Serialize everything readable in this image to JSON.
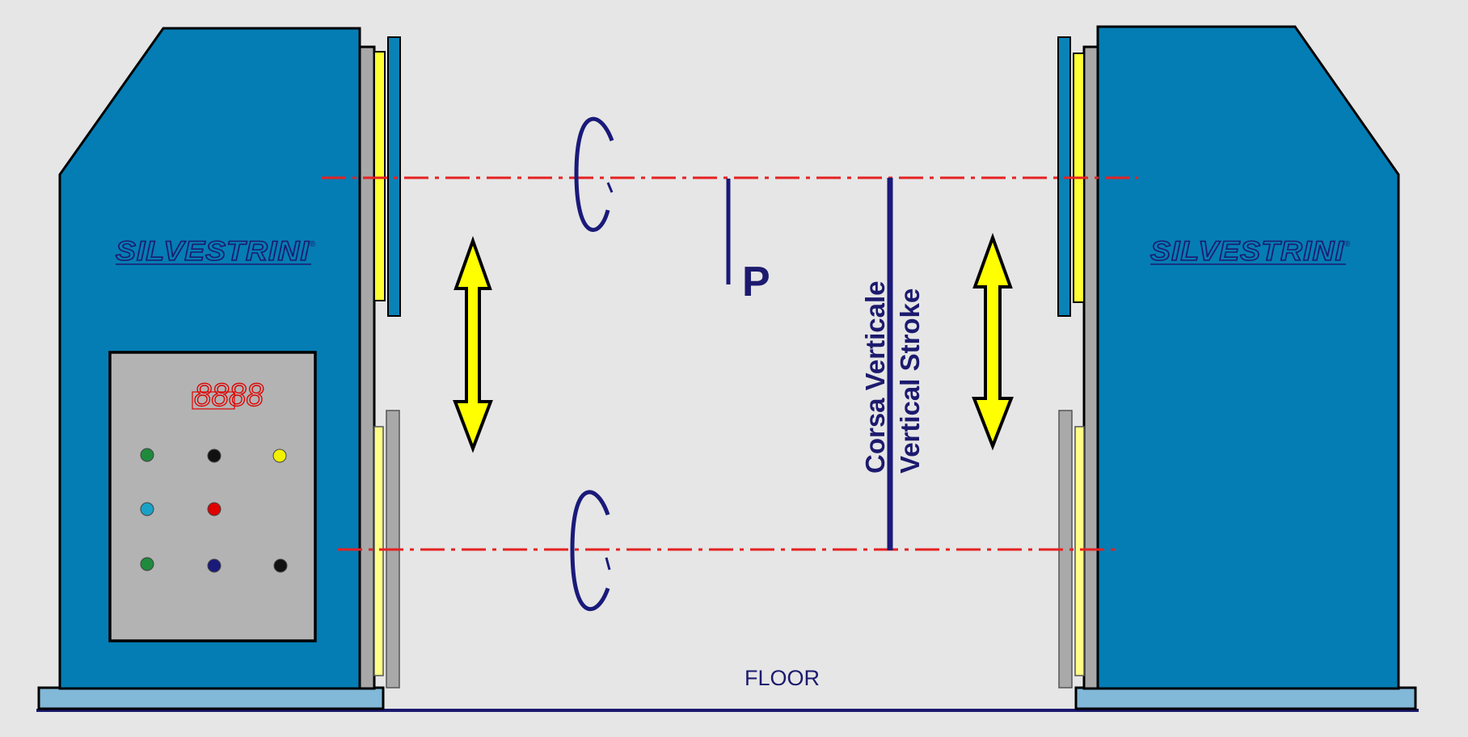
{
  "brand": {
    "left_logo": "SILVESTRINI",
    "right_logo": "SILVESTRINI",
    "registered_mark": "®"
  },
  "panel": {
    "display_readout": "8888",
    "lamps": [
      {
        "name": "green",
        "color": "#1f8a3c"
      },
      {
        "name": "black",
        "color": "#111111"
      },
      {
        "name": "yellow",
        "color": "#f2f200"
      },
      {
        "name": "cyan",
        "color": "#1ba1c6"
      },
      {
        "name": "red",
        "color": "#e00000"
      },
      {
        "name": "green",
        "color": "#1f8a3c"
      },
      {
        "name": "navy",
        "color": "#1a1a7a"
      },
      {
        "name": "black",
        "color": "#111111"
      }
    ]
  },
  "labels": {
    "p_label": "P",
    "stroke_it": "Corsa Verticale",
    "stroke_en": "Vertical  Stroke",
    "floor": "FLOOR"
  },
  "colors": {
    "machine_blue": "#047db4",
    "base_blue": "#82b8d8",
    "panel_gray": "#b3b3b3",
    "arrow_yellow": "#ffff00",
    "axis_red": "#e52222",
    "ink_navy": "#1c1a6e",
    "background": "#e6e6e6"
  }
}
